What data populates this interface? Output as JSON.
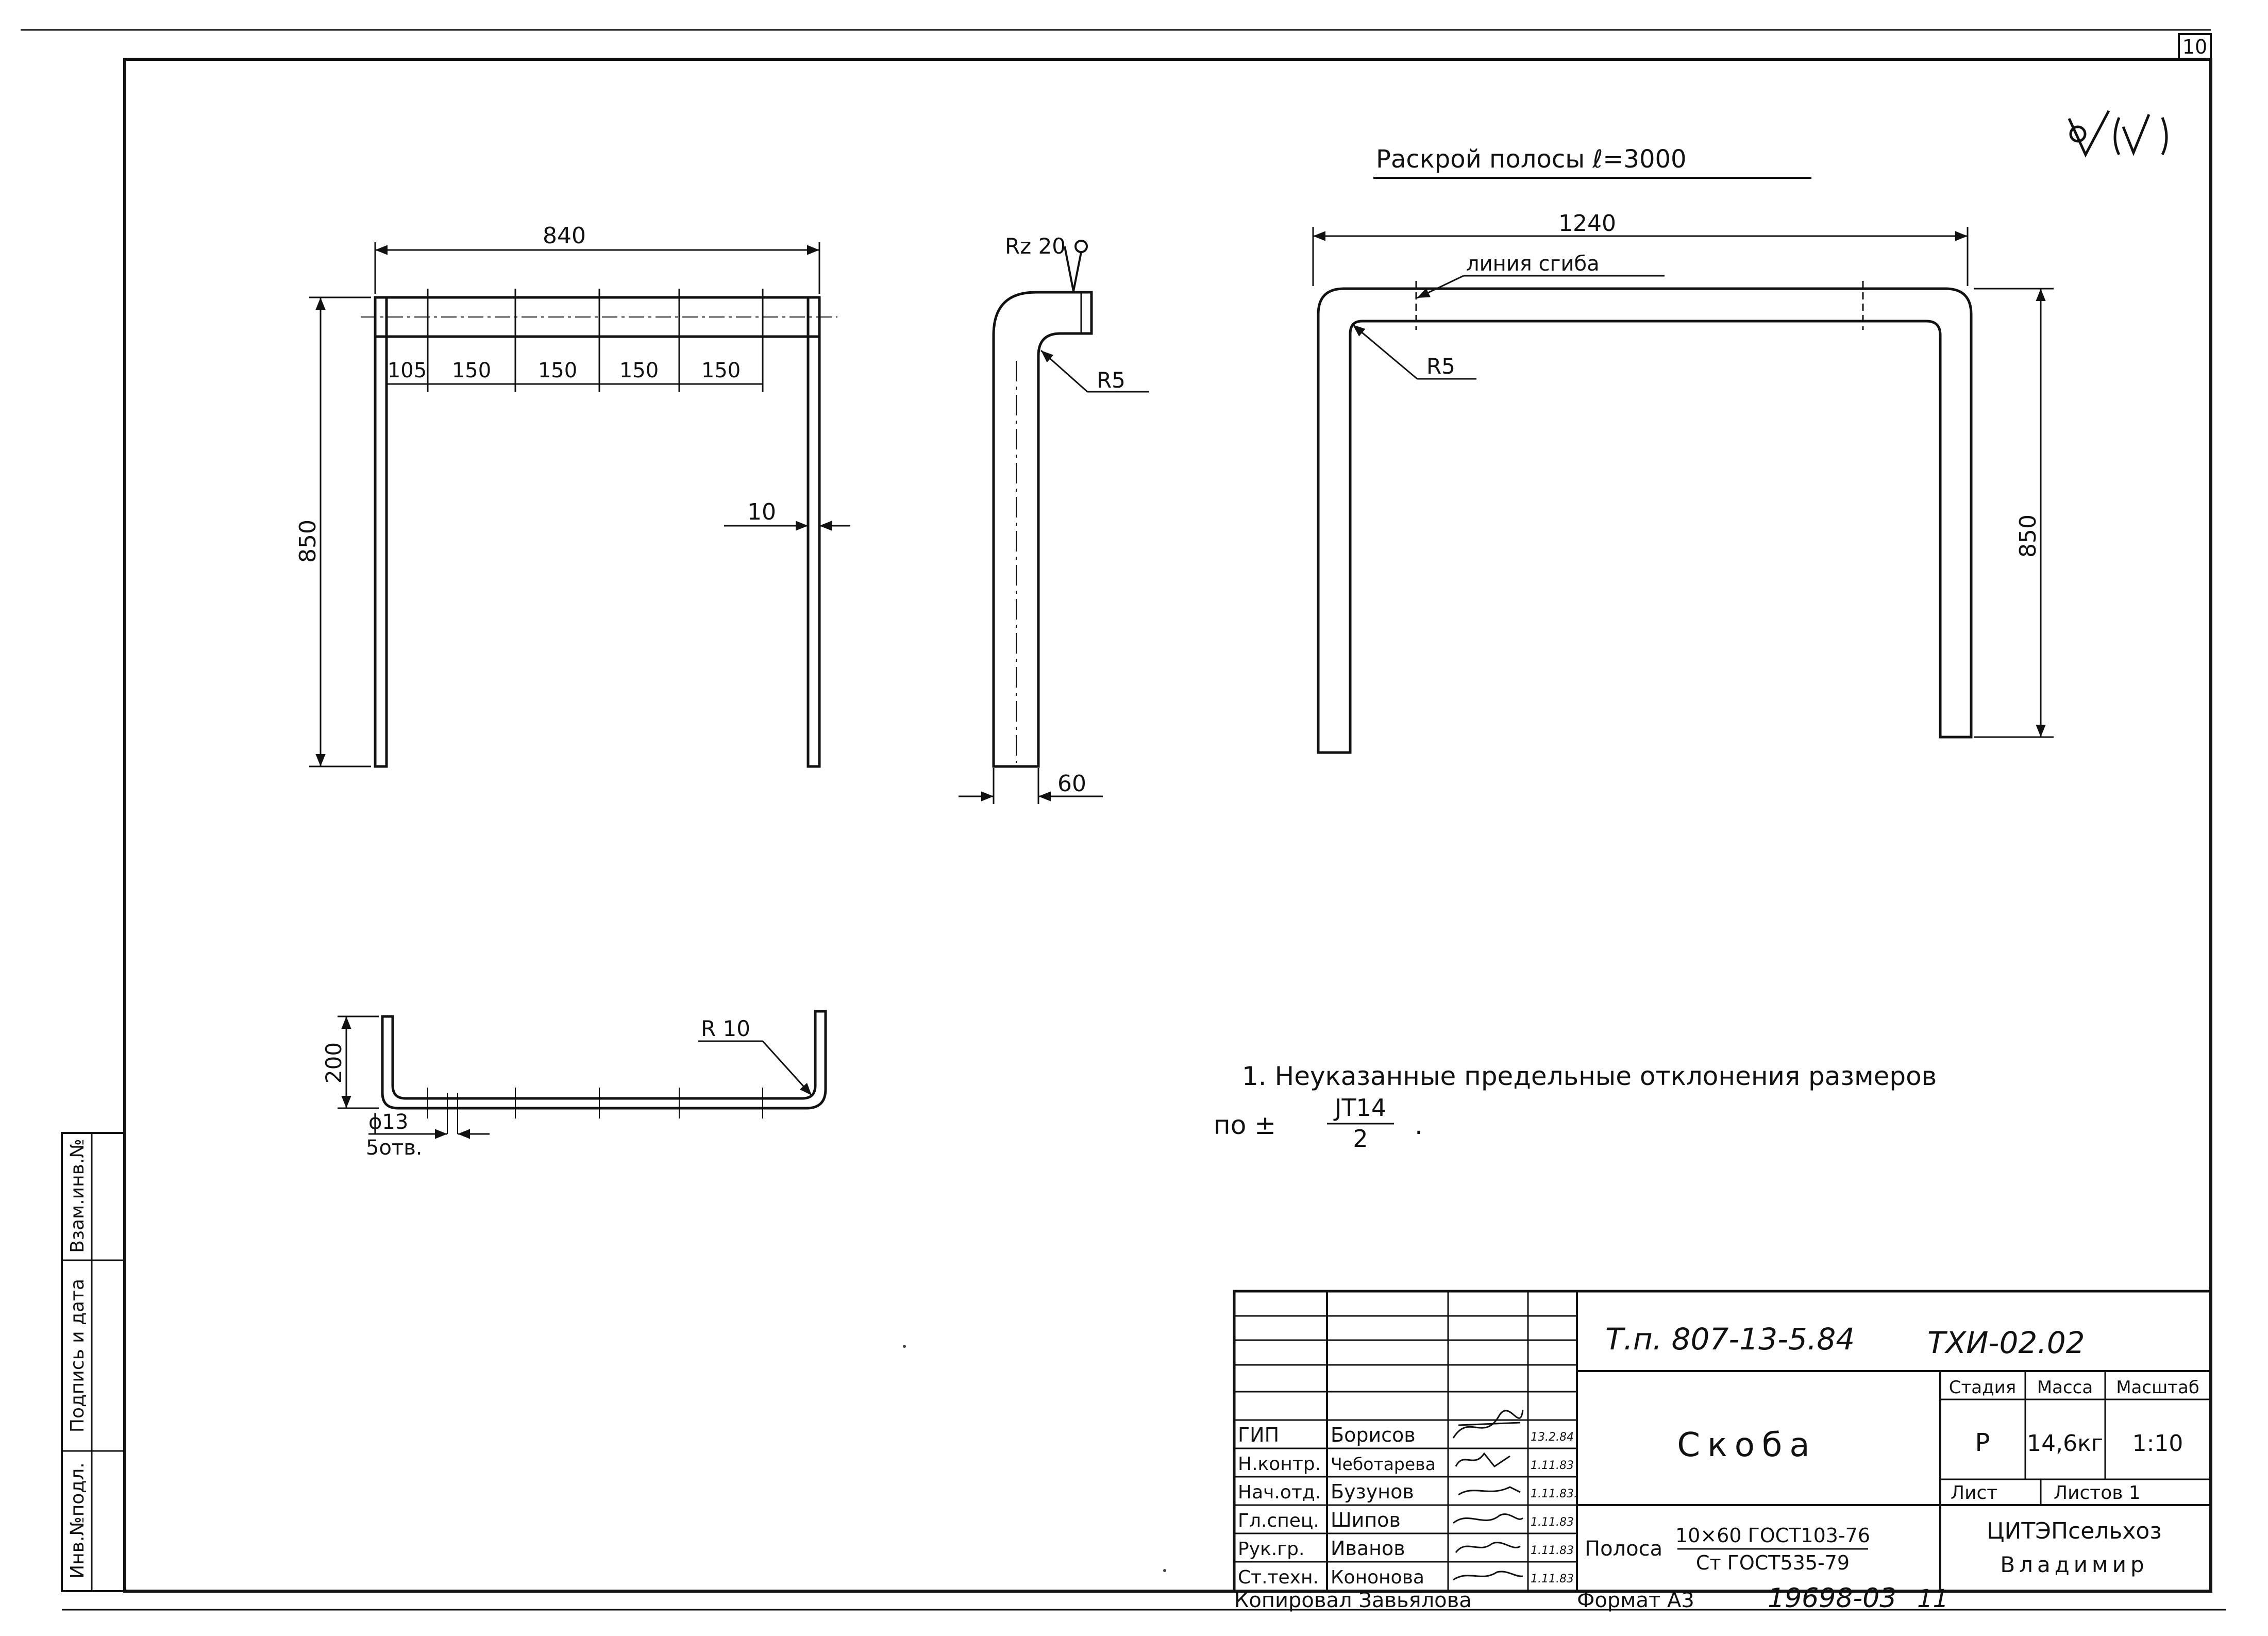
{
  "sheet": {
    "number": "10"
  },
  "roughness_symbol": "√(√)",
  "title_cut": "Раскрой полосы ℓ=3000",
  "view_front": {
    "width": "840",
    "height": "850",
    "hole_spacing": [
      "105",
      "150",
      "150",
      "150",
      "150"
    ],
    "thickness": "10"
  },
  "view_side": {
    "roughness": "Rz 20",
    "radius": "R5",
    "width": "60"
  },
  "view_cut": {
    "width": "1240",
    "bend_label": "линия сгиба",
    "radius": "R5",
    "height": "850"
  },
  "view_plan": {
    "height": "200",
    "radius": "R 10",
    "hole": "ϕ13",
    "hole_count": "5отв."
  },
  "note": {
    "line1": "1. Неуказанные предельные отклонения размеров",
    "prefix": "по  ±",
    "numerator": "JT14",
    "denominator": "2",
    "end": "."
  },
  "side_stamp": [
    "Инв.№подл.",
    "Подпись и дата",
    "Взам.инв.№"
  ],
  "title_block": {
    "project": "Т.п. 807-13-5.84",
    "code": "ТХИ-02.02",
    "name": "Скоба",
    "headers": {
      "stage": "Стадия",
      "mass": "Масса",
      "scale": "Масштаб"
    },
    "values": {
      "stage": "Р",
      "mass": "14,6кг",
      "scale": "1:10"
    },
    "sheet_label": "Лист",
    "sheets_label": "Листов 1",
    "material_prefix": "Полоса",
    "material_top": "10×60 ГОСТ103-76",
    "material_bottom": "Ст ГОСТ535-79",
    "org_line1": "ЦИТЭПсельхоз",
    "org_line2": "Владимир",
    "people": [
      {
        "role": "ГИП",
        "name": "Борисов",
        "date": "13.2.84"
      },
      {
        "role": "Н.контр.",
        "name": "Чеботарева",
        "date": "1.11.83"
      },
      {
        "role": "Нач.отд.",
        "name": "Бузунов",
        "date": "1.11.83."
      },
      {
        "role": "Гл.спец.",
        "name": "Шипов",
        "date": "1.11.83"
      },
      {
        "role": "Рук.гр.",
        "name": "Иванов",
        "date": "1.11.83"
      },
      {
        "role": "Ст.техн.",
        "name": "Кононова",
        "date": "1.11.83"
      }
    ]
  },
  "footer": {
    "copied": "Копировал Завьялова",
    "format": "Формат А3",
    "number": "19698-03",
    "sheet": "11"
  }
}
